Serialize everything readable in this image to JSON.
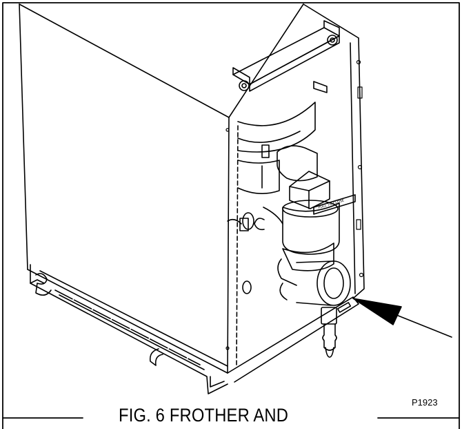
{
  "figure": {
    "caption": "FIG. 6 FROTHER AND",
    "code": "P1923",
    "decal_text": "PULL TO CLOSE"
  },
  "colors": {
    "ink": "#000000",
    "paper": "#ffffff"
  },
  "icons": [
    "arrow-pointer-icon",
    "hex-nut-icon"
  ]
}
